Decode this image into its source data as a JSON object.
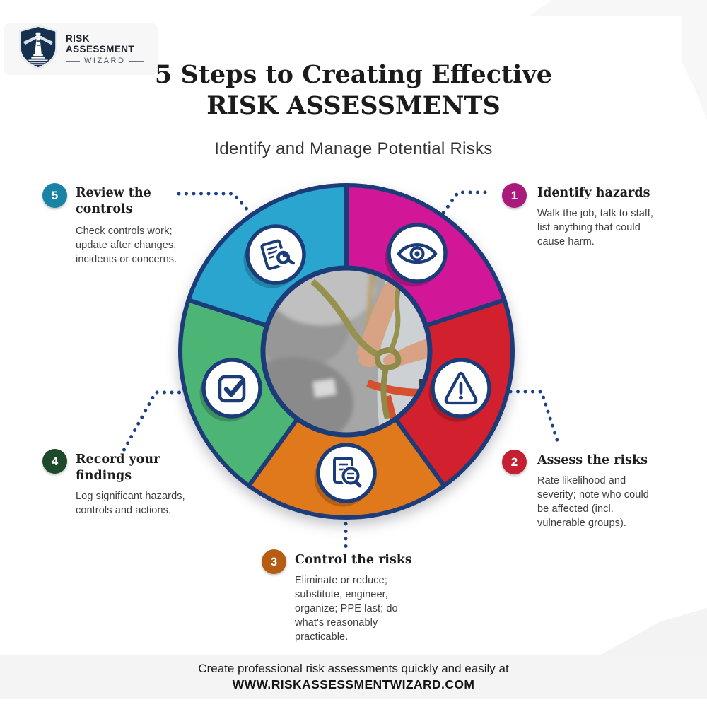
{
  "logo": {
    "icon": "lighthouse-shield-icon",
    "brand_line1": "RISK ASSESSMENT",
    "brand_line2": "WIZARD"
  },
  "header": {
    "title_line1": "5 Steps to Creating Effective",
    "title_line2": "RISK ASSESSMENTS",
    "subtitle": "Identify and Manage Potential Risks"
  },
  "wheel": {
    "border_color": "#1b3c78",
    "connector_color": "#1c4188",
    "center_image": "climbing-harness-rope-photo"
  },
  "steps": [
    {
      "number": "1",
      "title": "Identify hazards",
      "description": "Walk the job, talk to staff, list anything that could cause harm.",
      "badge_color": "#a91a7c",
      "wheel_color": "#d11798",
      "icon": "eye-icon"
    },
    {
      "number": "2",
      "title": "Assess the risks",
      "description": "Rate likelihood and severity; note who could be affected (incl. vulnerable groups).",
      "badge_color": "#c42031",
      "wheel_color": "#d2202f",
      "icon": "warning-triangle-icon"
    },
    {
      "number": "3",
      "title": "Control the risks",
      "description": "Eliminate or reduce; substitute, engineer, organize; PPE last; do what's reasonably practicable.",
      "badge_color": "#b65c13",
      "wheel_color": "#e0791c",
      "icon": "document-search-icon"
    },
    {
      "number": "4",
      "title": "Record your findings",
      "description": "Log significant hazards, controls and actions.",
      "badge_color": "#1c4a2b",
      "wheel_color": "#4cb475",
      "icon": "checkbox-icon"
    },
    {
      "number": "5",
      "title": "Review the controls",
      "description": "Check controls work; update after changes, incidents or concerns.",
      "badge_color": "#1883a5",
      "wheel_color": "#29a5d0",
      "icon": "review-document-icon"
    }
  ],
  "footer": {
    "line1": "Create professional risk assessments quickly and easily at",
    "line2": "WWW.RISKASSESSMENTWIZARD.COM"
  }
}
